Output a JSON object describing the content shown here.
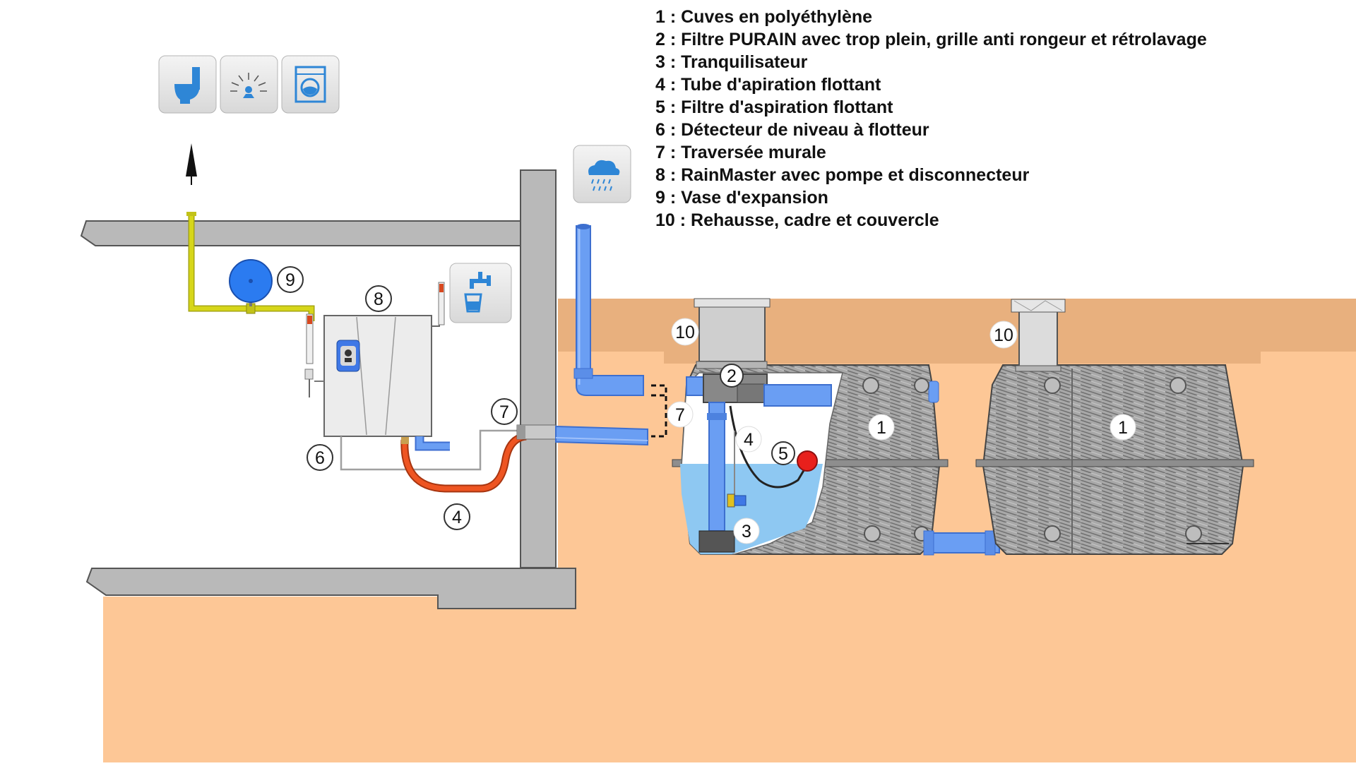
{
  "legend": [
    "1 : Cuves en polyéthylène",
    "2 : Filtre PURAIN avec trop plein, grille anti rongeur et rétrolavage",
    "3 : Tranquilisateur",
    "4 : Tube d'apiration flottant",
    "5 : Filtre d'aspiration flottant",
    "6 : Détecteur de niveau à flotteur",
    "7 : Traversée murale",
    "8 : RainMaster avec pompe et disconnecteur",
    "9 : Vase d'expansion",
    "10 : Rehausse, cadre et couvercle"
  ],
  "markers": {
    "m9": "9",
    "m8": "8",
    "m6": "6",
    "m4a": "4",
    "m7a": "7",
    "m10a": "10",
    "m10b": "10",
    "m2": "2",
    "m7b": "7",
    "m4b": "4",
    "m5": "5",
    "m3": "3",
    "m1a": "1",
    "m1b": "1"
  },
  "icons": {
    "toilet": "toilet-icon",
    "garden": "sprinkler-icon",
    "washing_machine": "washing-machine-icon",
    "rain": "rain-cloud-icon",
    "tap": "water-tap-icon"
  },
  "colors": {
    "soil": "#fdc796",
    "topsoil": "#e8b07e",
    "concrete": "#b9b9b9",
    "pipe": "#6a9ef3",
    "water": "#8ec8f2",
    "yellow_pipe": "#d6d61a",
    "orange_hose": "#ee5522",
    "tank": "#a6a6a6",
    "float": "#e8201c"
  }
}
